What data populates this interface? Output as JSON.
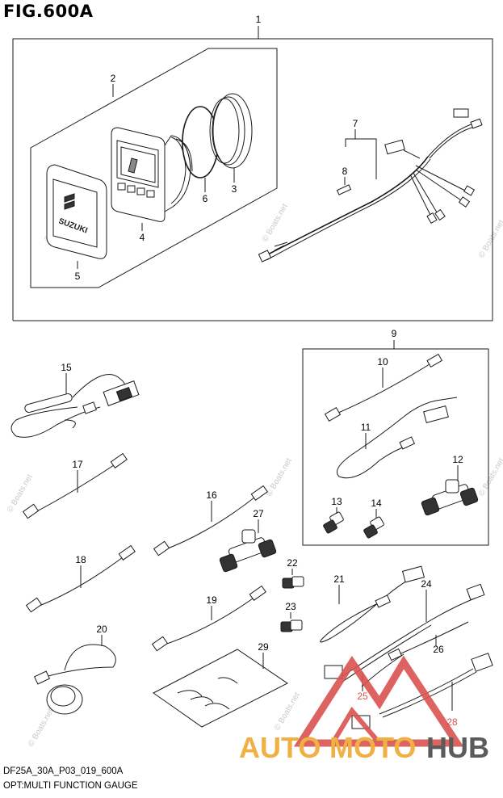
{
  "figure": {
    "title": "FIG.600A",
    "code": "DF25A_30A_P03_019_600A",
    "caption": "OPT:MULTI FUNCTION GAUGE"
  },
  "callouts": [
    "1",
    "2",
    "3",
    "4",
    "5",
    "6",
    "7",
    "8",
    "9",
    "10",
    "11",
    "12",
    "13",
    "14",
    "15",
    "16",
    "17",
    "18",
    "19",
    "20",
    "21",
    "22",
    "23",
    "24",
    "25",
    "26",
    "27",
    "28",
    "29"
  ],
  "gauge_logo_text": "SUZUKI",
  "watermarks": {
    "site": "© Boats.net",
    "brand_left": "AUTO",
    "brand_mid": "MOTO",
    "brand_right": "HUB"
  },
  "colors": {
    "line": "#1a1a1a",
    "logo_red": "#d9534f",
    "logo_yellow": "#f0a830",
    "logo_gray": "#4a4a4a",
    "watermark": "#c8c8c8"
  }
}
